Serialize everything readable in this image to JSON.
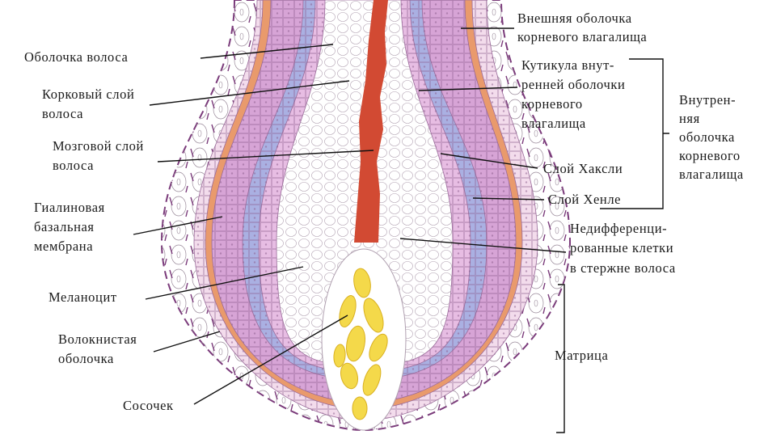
{
  "title": "Hair follicle structure",
  "colors": {
    "connective": "#ffffff",
    "outer_sheath": "#f3dcec",
    "orange_layer": "#e99a6c",
    "henle": "#d7a4d6",
    "huxley_blue": "#aab0e2",
    "cortex_pink": "#e7bde3",
    "medulla_red": "#d24a33",
    "papilla_yellow": "#f4d94a",
    "outline_purple": "#7a3a7a"
  },
  "labels_left": {
    "hair_cuticle": [
      "Оболочка волоса"
    ],
    "cortex": [
      "Корковый слой",
      "волоса"
    ],
    "medulla": [
      "Мозговой слой",
      "волоса"
    ],
    "basal_membrane": [
      "Гиалиновая",
      "базальная",
      "мембрана"
    ],
    "melanocyte": [
      "Меланоцит"
    ],
    "fibrous_sheath": [
      "Волокнистая",
      "оболочка"
    ],
    "papilla": [
      "Сосочек"
    ]
  },
  "labels_right": {
    "outer_root_sheath": [
      "Внешняя оболочка",
      "корневого влагалища"
    ],
    "irs_cuticle": [
      "Кутикула внут-",
      "ренней оболочки",
      "корневого",
      "влагалища"
    ],
    "inner_root_sheath": [
      "Внутрен-",
      "няя",
      "оболочка",
      "корневого",
      "влагалища"
    ],
    "huxley": [
      "Слой Хаксли"
    ],
    "henle": [
      "Слой Хенле"
    ],
    "undifferentiated": [
      "Недифференци-",
      "рованные клетки",
      "в стержне волоса"
    ],
    "matrix": [
      "Матрица"
    ]
  }
}
